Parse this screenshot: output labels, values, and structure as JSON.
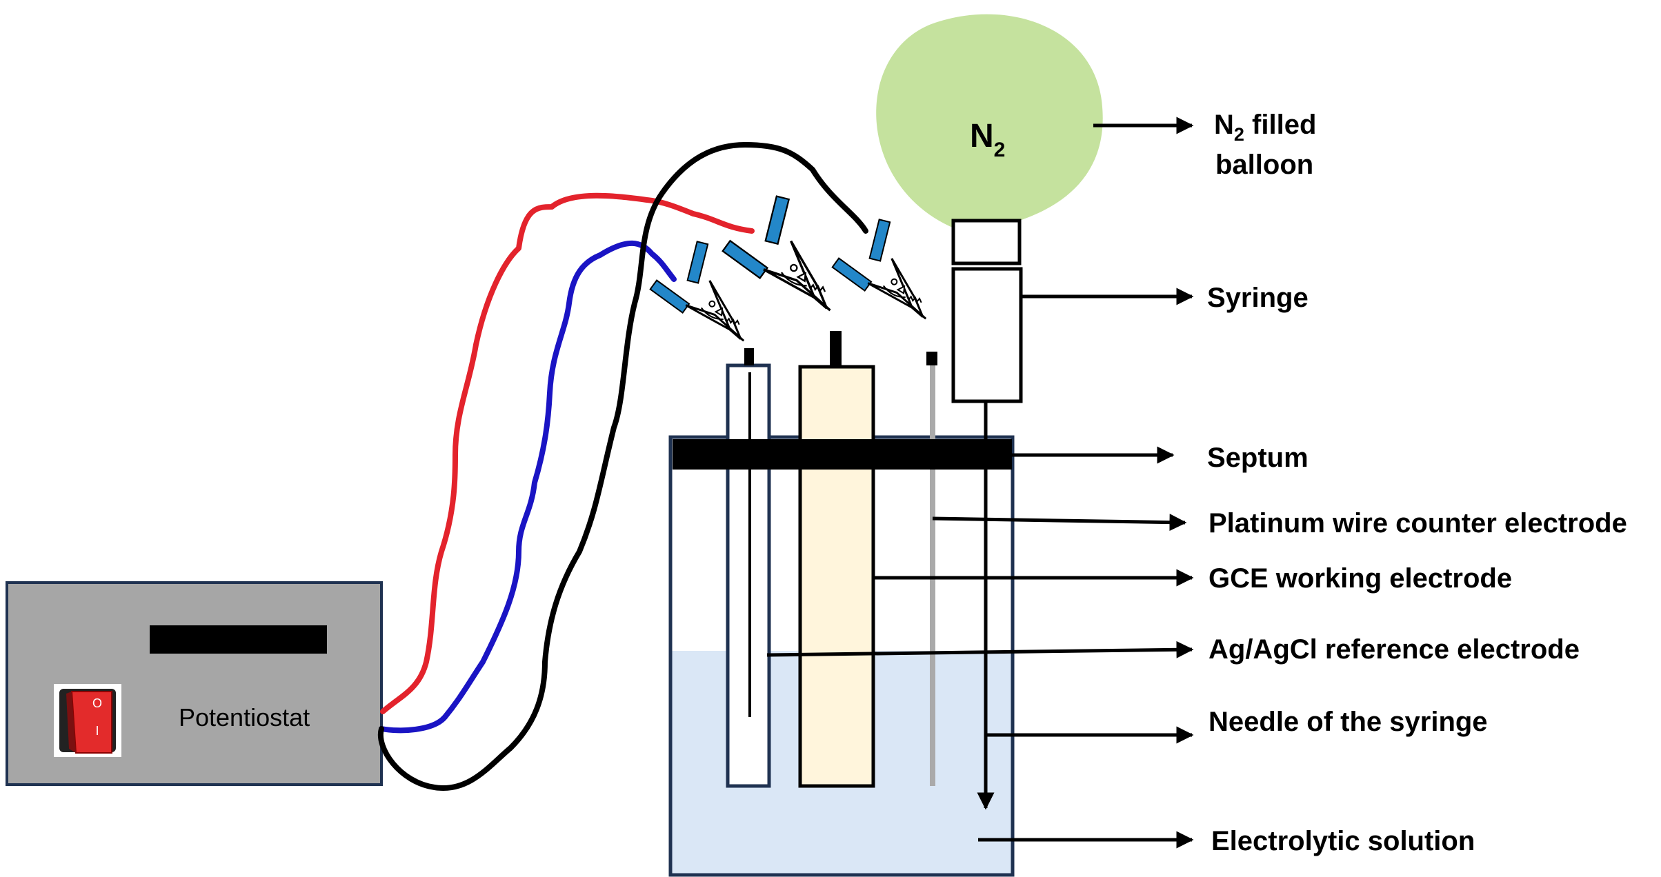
{
  "device": {
    "name": "Potentiostat",
    "switch_on_symbol": "O",
    "switch_off_symbol": "I"
  },
  "balloon": {
    "gas_main": "N",
    "gas_sub": "2"
  },
  "labels": {
    "balloon_main": "N",
    "balloon_sub": "2",
    "balloon_rest": " filled",
    "balloon_line2": "balloon",
    "syringe": "Syringe",
    "septum": "Septum",
    "platinum": "Platinum wire counter electrode",
    "gce": "GCE working electrode",
    "reference": "Ag/AgCl reference electrode",
    "needle": "Needle of the syringe",
    "electrolyte": "Electrolytic solution"
  },
  "colors": {
    "device_body": "#a6a6a6",
    "device_border": "#1f3251",
    "switch_red": "#e32b2b",
    "balloon_green": "#c5e29e",
    "solution_blue": "#dae7f6",
    "gce_fill": "#fff5dc",
    "wire_red": "#e3232c",
    "wire_blue": "#1a14c4",
    "wire_black": "#000000",
    "clip_blue": "#2387c9",
    "platinum_grey": "#aaaaaa",
    "beaker_border": "#1f3251"
  }
}
